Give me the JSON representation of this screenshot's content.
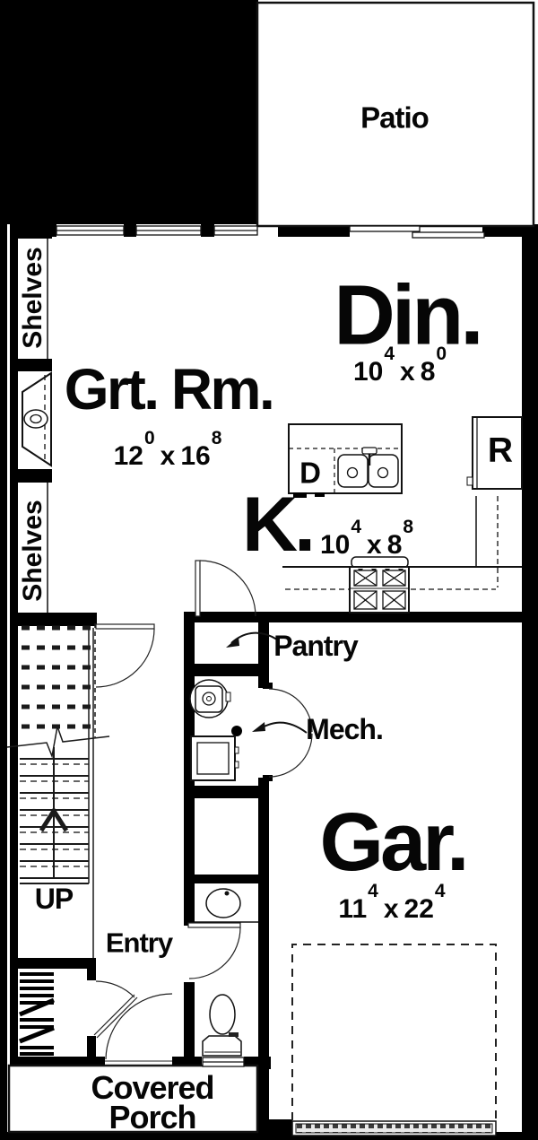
{
  "plan": {
    "title": "First floor plan",
    "colors": {
      "wall": "#000000",
      "background": "#ffffff",
      "line": "#1a1a1a"
    },
    "rooms": {
      "patio": {
        "label": "Patio"
      },
      "dining": {
        "label": "Din.",
        "dim": {
          "a": "10",
          "a_sup": "4",
          "x": "x",
          "b": "8",
          "b_sup": "0"
        }
      },
      "great_room": {
        "label": "Grt. Rm.",
        "dim": {
          "a": "12",
          "a_sup": "0",
          "x": "x",
          "b": "16",
          "b_sup": "8"
        }
      },
      "kitchen": {
        "label": "K.",
        "dim": {
          "a": "10",
          "a_sup": "4",
          "x": "x",
          "b": "8",
          "b_sup": "8"
        }
      },
      "garage": {
        "label": "Gar.",
        "dim": {
          "a": "11",
          "a_sup": "4",
          "x": "x",
          "b": "22",
          "b_sup": "4"
        }
      },
      "pantry": {
        "label": "Pantry"
      },
      "mech": {
        "label": "Mech."
      },
      "entry": {
        "label": "Entry"
      },
      "covered_porch": {
        "line1": "Covered",
        "line2": "Porch"
      }
    },
    "annotations": {
      "shelves_upper": "Shelves",
      "shelves_lower": "Shelves",
      "stairs_up": "UP",
      "dishwasher": "D",
      "refrigerator": "R"
    }
  }
}
